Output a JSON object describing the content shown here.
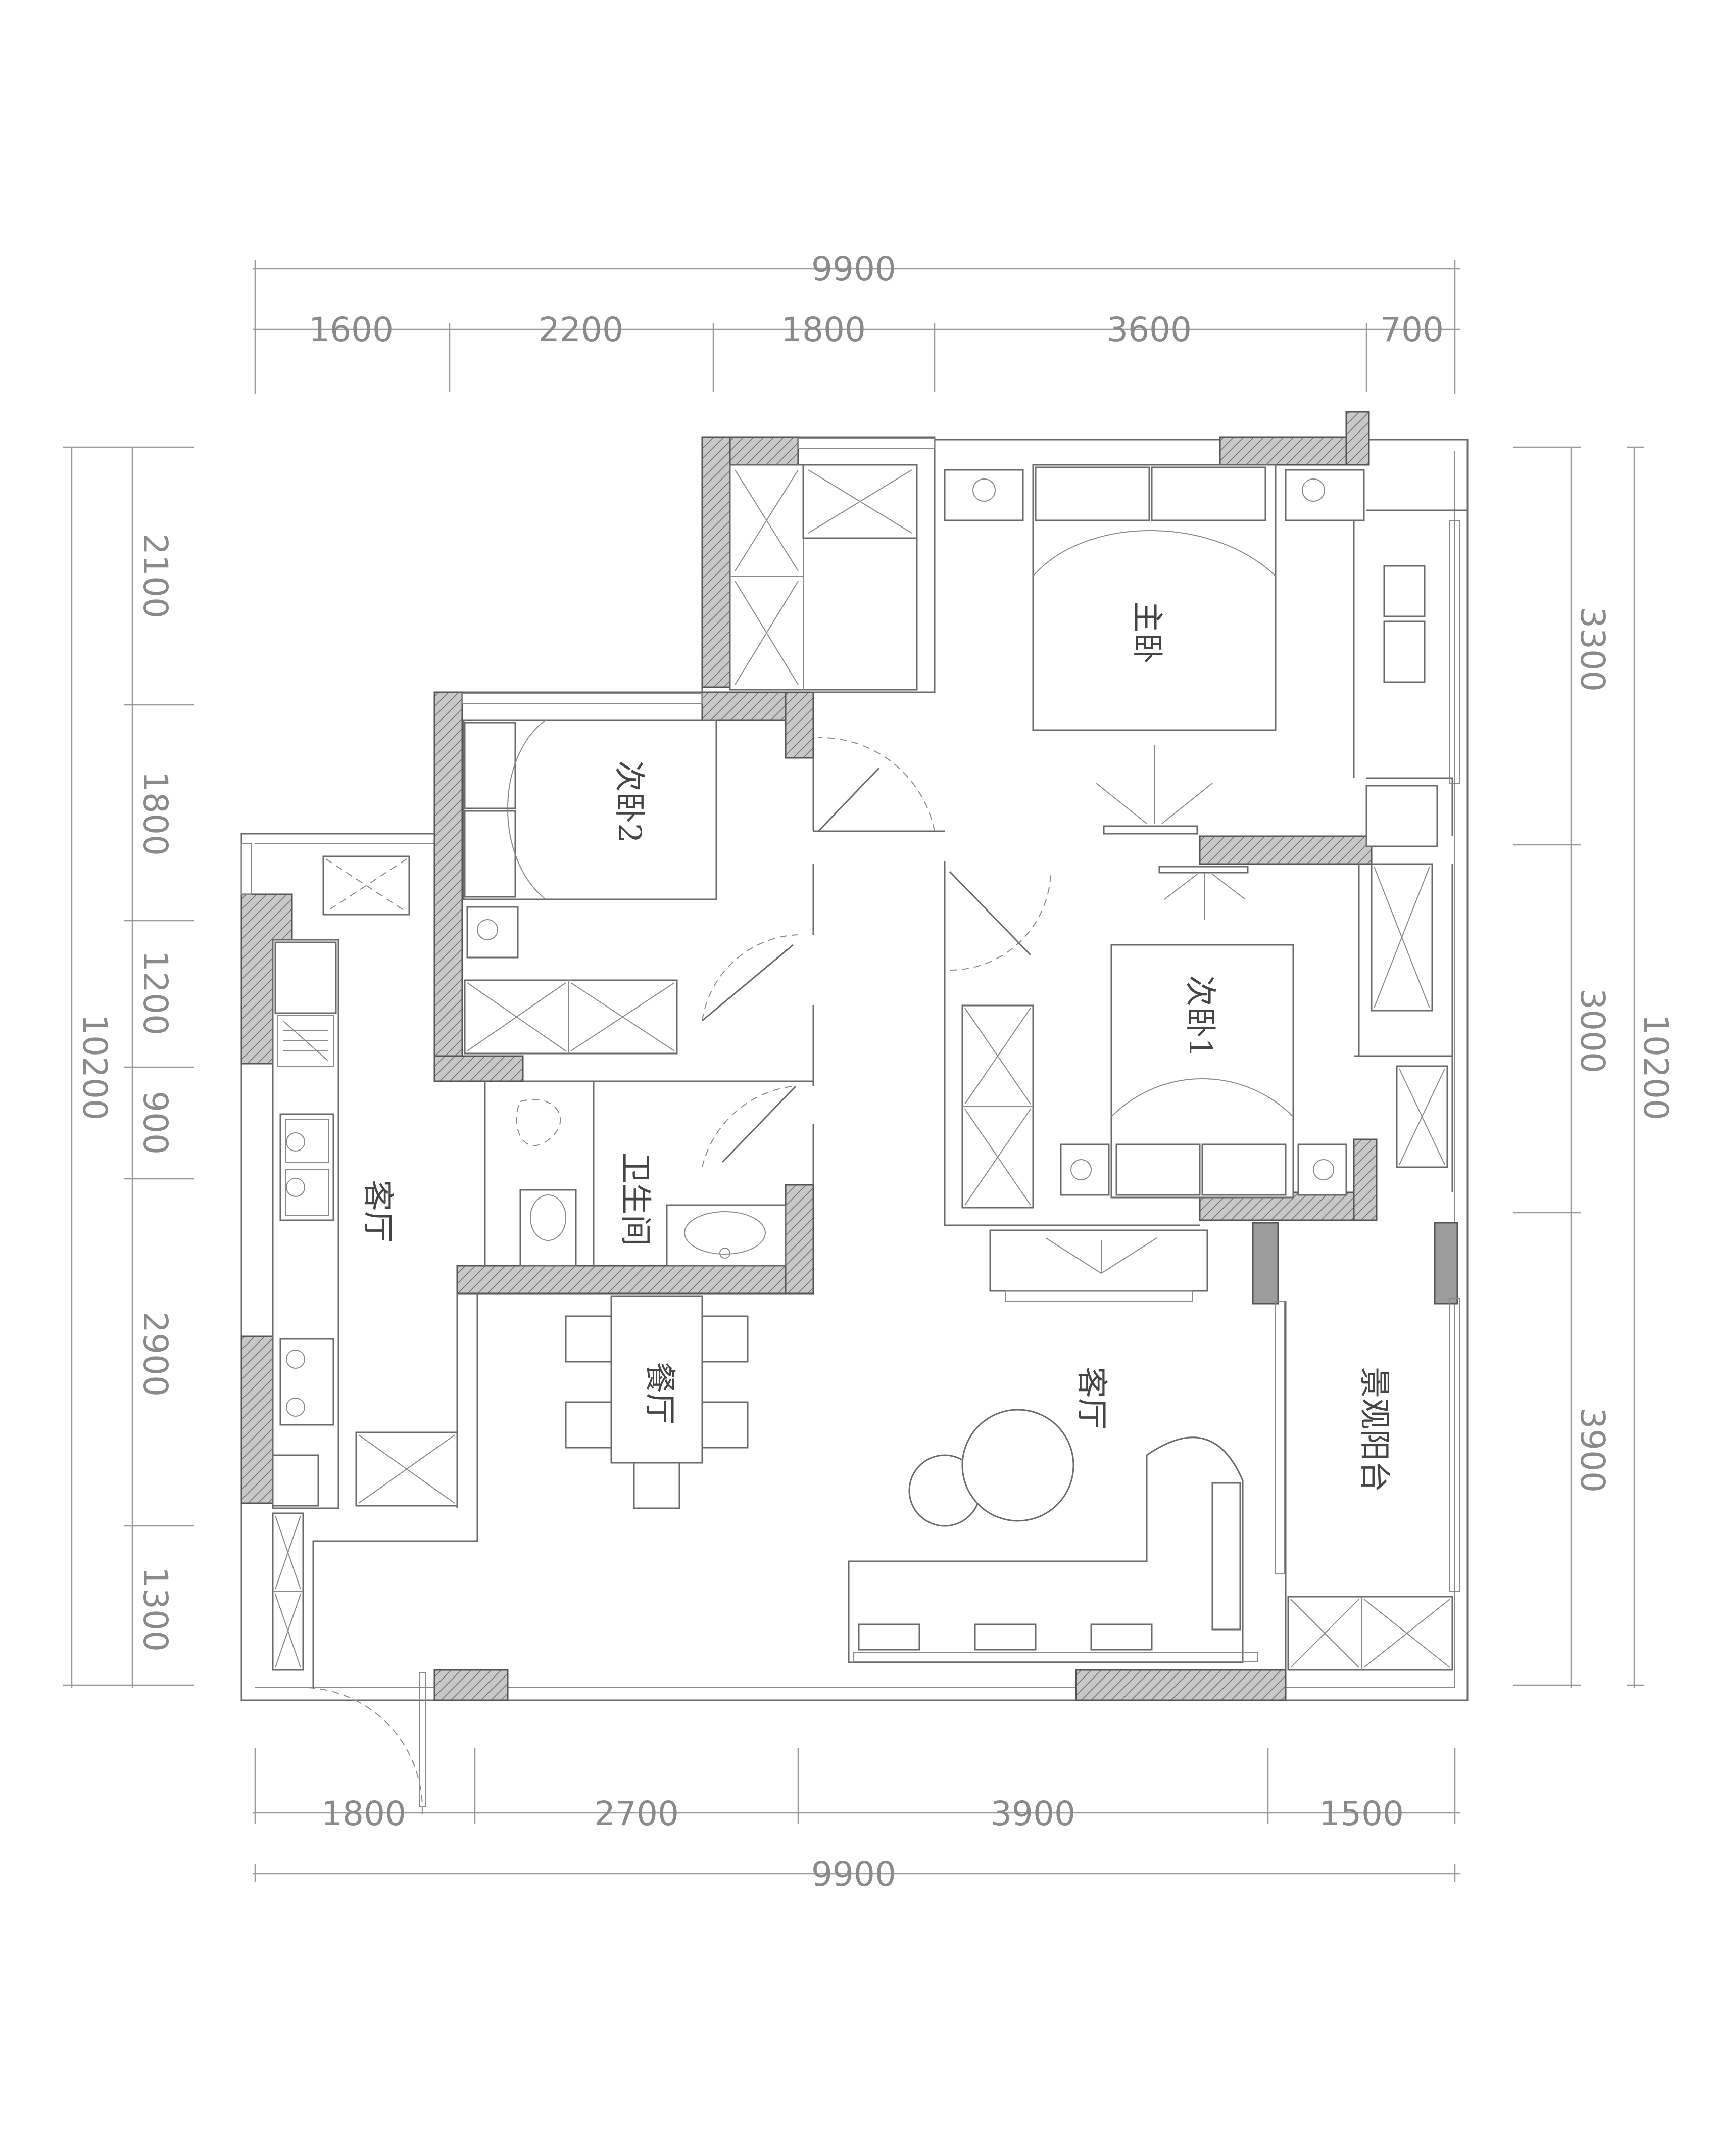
{
  "dimensions": {
    "top_total": "9900",
    "top_segments": [
      "1600",
      "2200",
      "1800",
      "3600",
      "700"
    ],
    "bottom_total": "9900",
    "bottom_segments": [
      "1800",
      "2700",
      "3900",
      "1500"
    ],
    "left_total": "10200",
    "left_segments": [
      "2100",
      "1800",
      "1200",
      "900",
      "2900",
      "1300"
    ],
    "right_total": "10200",
    "right_segments": [
      "3300",
      "3000",
      "3900"
    ]
  },
  "rooms": {
    "master_bedroom": "主卧",
    "second_bedroom_2": "次卧2",
    "second_bedroom_1": "次卧1",
    "bathroom": "卫生间",
    "kitchen": "客厅",
    "dining": "餐厅",
    "living": "客厅",
    "balcony": "景观阳台"
  },
  "colors": {
    "wall_fill": "#9c9c9c",
    "line": "#6a6a6a",
    "dim_text": "#8a8a8a"
  }
}
